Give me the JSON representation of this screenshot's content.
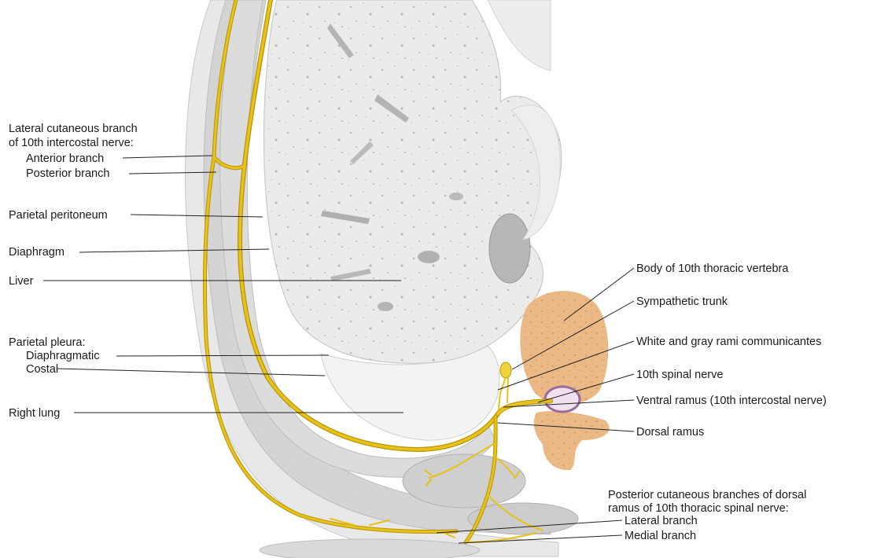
{
  "labels": {
    "lateral_cutaneous_header_1": "Lateral cutaneous branch",
    "lateral_cutaneous_header_2": "of 10th intercostal nerve:",
    "anterior_branch": "Anterior branch",
    "posterior_branch": "Posterior branch",
    "parietal_peritoneum": "Parietal peritoneum",
    "diaphragm": "Diaphragm",
    "liver": "Liver",
    "parietal_pleura_header": "Parietal pleura:",
    "diaphragmatic": "Diaphragmatic",
    "costal": "Costal",
    "right_lung": "Right lung",
    "body_vertebra": "Body of 10th thoracic vertebra",
    "sympathetic_trunk": "Sympathetic trunk",
    "rami_communicantes": "White and gray rami communicantes",
    "spinal_nerve": "10th spinal nerve",
    "ventral_ramus": "Ventral ramus (10th intercostal nerve)",
    "dorsal_ramus": "Dorsal ramus",
    "posterior_cutaneous_header_1": "Posterior cutaneous branches of dorsal",
    "posterior_cutaneous_header_2": "ramus of 10th thoracic spinal nerve:",
    "lateral_branch": "Lateral branch",
    "medial_branch": "Medial branch"
  },
  "colors": {
    "nerve": "#e6c21a",
    "liver": "#ececec",
    "vertebra": "#eab985",
    "muscle": "#d2d2d2",
    "lung": "#f2f2f2"
  }
}
